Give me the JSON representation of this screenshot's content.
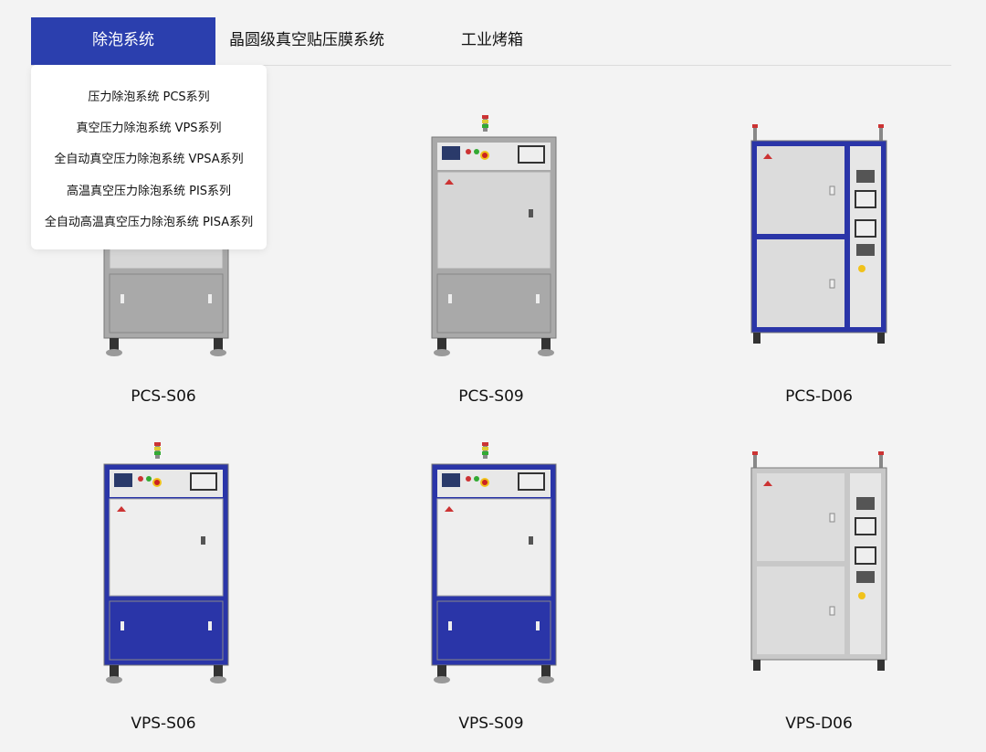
{
  "tabs": [
    {
      "label": "除泡系统",
      "active": true
    },
    {
      "label": "晶圆级真空贴压膜系统",
      "active": false
    },
    {
      "label": "工业烤箱",
      "active": false
    }
  ],
  "dropdown": {
    "items": [
      "压力除泡系统 PCS系列",
      "真空压力除泡系统 VPS系列",
      "全自动真空压力除泡系统 VPSA系列",
      "高温真空压力除泡系统 PIS系列",
      "全自动高温真空压力除泡系统 PISA系列"
    ]
  },
  "products": [
    {
      "name": "PCS-S06",
      "style": "gray-single"
    },
    {
      "name": "PCS-S09",
      "style": "gray-single"
    },
    {
      "name": "PCS-D06",
      "style": "blue-frame-double"
    },
    {
      "name": "VPS-S06",
      "style": "blue-single"
    },
    {
      "name": "VPS-S09",
      "style": "blue-single"
    },
    {
      "name": "VPS-D06",
      "style": "steel-frame-double"
    }
  ],
  "colors": {
    "accent": "#2b3fae",
    "machine_blue": "#2a35a8",
    "machine_gray": "#a9a9a9",
    "door_white": "#eeeeee"
  }
}
